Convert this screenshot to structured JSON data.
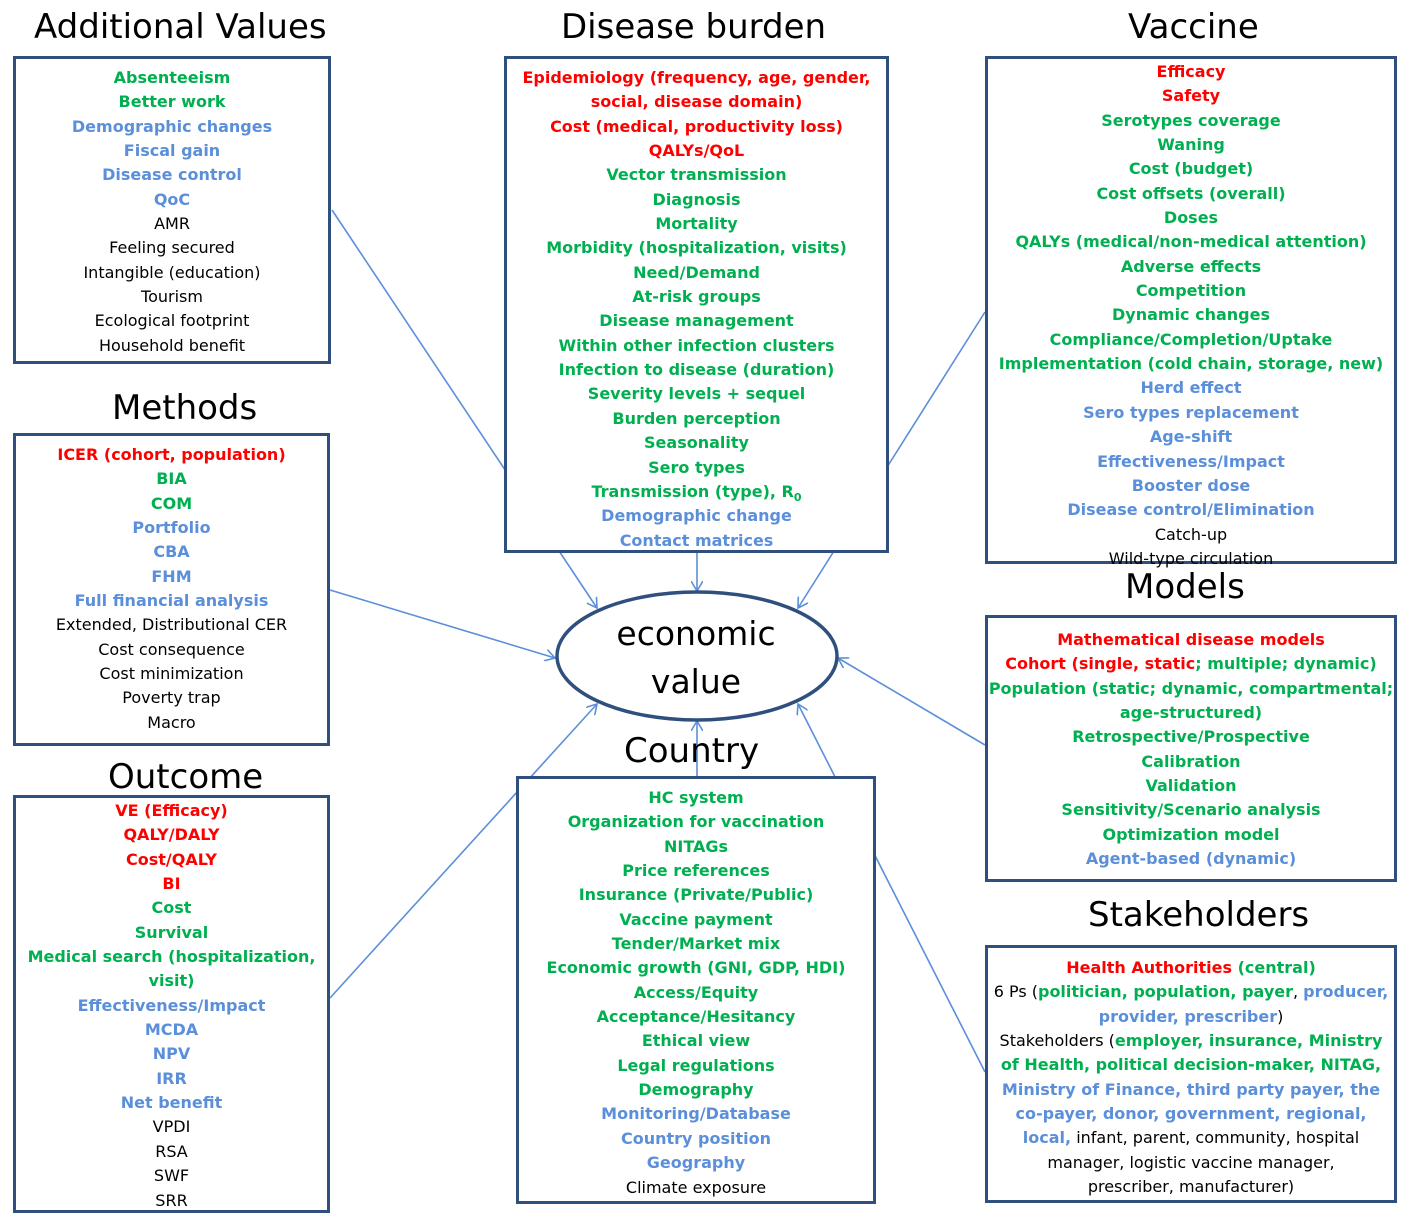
{
  "center": {
    "line1": "economic",
    "line2": "value"
  },
  "colors": {
    "red": "#ff0000",
    "green": "#00b050",
    "blue": "#5b8fd9",
    "black": "#000000",
    "border": "#2f4f7f",
    "arrow": "#5b8fd9"
  },
  "boxes": {
    "additional": {
      "title": "Additional Values",
      "items": [
        {
          "text": "Absenteeism",
          "c": "g"
        },
        {
          "text": "Better work",
          "c": "g"
        },
        {
          "text": "Demographic changes",
          "c": "b"
        },
        {
          "text": "Fiscal gain",
          "c": "b"
        },
        {
          "text": "Disease control",
          "c": "b"
        },
        {
          "text": "QoC",
          "c": "b"
        },
        {
          "text": "AMR",
          "c": "k"
        },
        {
          "text": "Feeling secured",
          "c": "k"
        },
        {
          "text": "Intangible (education)",
          "c": "k"
        },
        {
          "text": "Tourism",
          "c": "k"
        },
        {
          "text": "Ecological footprint",
          "c": "k"
        },
        {
          "text": "Household benefit",
          "c": "k"
        }
      ]
    },
    "disease": {
      "title": "Disease burden",
      "items": [
        {
          "text": "Epidemiology (frequency, age, gender,",
          "c": "r"
        },
        {
          "text": "social, disease domain)",
          "c": "r"
        },
        {
          "text": "Cost (medical, productivity loss)",
          "c": "r"
        },
        {
          "text": "QALYs/QoL",
          "c": "r"
        },
        {
          "text": "Vector transmission",
          "c": "g"
        },
        {
          "text": "Diagnosis",
          "c": "g"
        },
        {
          "text": "Mortality",
          "c": "g"
        },
        {
          "text": "Morbidity (hospitalization, visits)",
          "c": "g"
        },
        {
          "text": "Need/Demand",
          "c": "g"
        },
        {
          "text": "At-risk groups",
          "c": "g"
        },
        {
          "text": "Disease management",
          "c": "g"
        },
        {
          "text": "Within other infection clusters",
          "c": "g"
        },
        {
          "text": "Infection to disease (duration)",
          "c": "g"
        },
        {
          "text": "Severity levels + sequel",
          "c": "g"
        },
        {
          "text": "Burden perception",
          "c": "g"
        },
        {
          "text": "Seasonality",
          "c": "g"
        },
        {
          "text": "Sero types",
          "c": "g"
        },
        {
          "text": "Transmission (type), R",
          "c": "g",
          "sub": "0"
        },
        {
          "text": "Demographic change",
          "c": "b"
        },
        {
          "text": "Contact matrices",
          "c": "b"
        }
      ]
    },
    "vaccine": {
      "title": "Vaccine",
      "items": [
        {
          "text": "Efficacy",
          "c": "r"
        },
        {
          "text": "Safety",
          "c": "r"
        },
        {
          "text": "Serotypes coverage",
          "c": "g"
        },
        {
          "text": "Waning",
          "c": "g"
        },
        {
          "text": "Cost (budget)",
          "c": "g"
        },
        {
          "text": "Cost offsets (overall)",
          "c": "g"
        },
        {
          "text": "Doses",
          "c": "g"
        },
        {
          "text": "QALYs (medical/non-medical attention)",
          "c": "g"
        },
        {
          "text": "Adverse effects",
          "c": "g"
        },
        {
          "text": "Competition",
          "c": "g"
        },
        {
          "text": "Dynamic changes",
          "c": "g"
        },
        {
          "text": "Compliance/Completion/Uptake",
          "c": "g"
        },
        {
          "text": "Implementation (cold chain, storage, new)",
          "c": "g"
        },
        {
          "text": "Herd effect",
          "c": "b"
        },
        {
          "text": "Sero types replacement",
          "c": "b"
        },
        {
          "text": "Age-shift",
          "c": "b"
        },
        {
          "text": "Effectiveness/Impact",
          "c": "b"
        },
        {
          "text": "Booster dose",
          "c": "b"
        },
        {
          "text": "Disease control/Elimination",
          "c": "b"
        },
        {
          "text": "Catch-up",
          "c": "k"
        },
        {
          "text": "Wild-type circulation",
          "c": "k"
        }
      ]
    },
    "methods": {
      "title": "Methods",
      "items": [
        {
          "text": "ICER (cohort, population)",
          "c": "r"
        },
        {
          "text": "BIA",
          "c": "g"
        },
        {
          "text": "COM",
          "c": "g"
        },
        {
          "text": "Portfolio",
          "c": "b"
        },
        {
          "text": "CBA",
          "c": "b"
        },
        {
          "text": "FHM",
          "c": "b"
        },
        {
          "text": "Full financial analysis",
          "c": "b"
        },
        {
          "text": "Extended, Distributional CER",
          "c": "k"
        },
        {
          "text": "Cost consequence",
          "c": "k"
        },
        {
          "text": "Cost minimization",
          "c": "k"
        },
        {
          "text": "Poverty trap",
          "c": "k"
        },
        {
          "text": "Macro",
          "c": "k"
        }
      ]
    },
    "models": {
      "title": "Models",
      "items": [
        {
          "text": "Mathematical disease models",
          "c": "r"
        },
        {
          "parts": [
            {
              "text": "Cohort (single, static",
              "c": "r"
            },
            {
              "text": "; multiple; dynamic)",
              "c": "g"
            }
          ]
        },
        {
          "text": "Population (static; dynamic, compartmental;",
          "c": "g"
        },
        {
          "text": "age-structured)",
          "c": "g"
        },
        {
          "text": "Retrospective/Prospective",
          "c": "g"
        },
        {
          "text": "Calibration",
          "c": "g"
        },
        {
          "text": "Validation",
          "c": "g"
        },
        {
          "text": "Sensitivity/Scenario analysis",
          "c": "g"
        },
        {
          "text": "Optimization model",
          "c": "g"
        },
        {
          "text": "Agent-based (dynamic)",
          "c": "b"
        }
      ]
    },
    "outcome": {
      "title": "Outcome",
      "items": [
        {
          "text": "VE (Efficacy)",
          "c": "r"
        },
        {
          "text": "QALY/DALY",
          "c": "r"
        },
        {
          "text": "Cost/QALY",
          "c": "r"
        },
        {
          "text": "BI",
          "c": "r"
        },
        {
          "text": "Cost",
          "c": "g"
        },
        {
          "text": "Survival",
          "c": "g"
        },
        {
          "text": "Medical search (hospitalization,",
          "c": "g"
        },
        {
          "text": "visit)",
          "c": "g"
        },
        {
          "text": "Effectiveness/Impact",
          "c": "b"
        },
        {
          "text": "MCDA",
          "c": "b"
        },
        {
          "text": "NPV",
          "c": "b"
        },
        {
          "text": "IRR",
          "c": "b"
        },
        {
          "text": "Net benefit",
          "c": "b"
        },
        {
          "text": "VPDI",
          "c": "k"
        },
        {
          "text": "RSA",
          "c": "k"
        },
        {
          "text": "SWF",
          "c": "k"
        },
        {
          "text": "SRR",
          "c": "k"
        }
      ]
    },
    "country": {
      "title": "Country",
      "items": [
        {
          "text": "HC system",
          "c": "g"
        },
        {
          "text": "Organization for vaccination",
          "c": "g"
        },
        {
          "text": "NITAGs",
          "c": "g"
        },
        {
          "text": "Price references",
          "c": "g"
        },
        {
          "text": "Insurance (Private/Public)",
          "c": "g"
        },
        {
          "text": "Vaccine payment",
          "c": "g"
        },
        {
          "text": "Tender/Market mix",
          "c": "g"
        },
        {
          "text": "Economic growth (GNI, GDP, HDI)",
          "c": "g"
        },
        {
          "text": "Access/Equity",
          "c": "g"
        },
        {
          "text": "Acceptance/Hesitancy",
          "c": "g"
        },
        {
          "text": "Ethical view",
          "c": "g"
        },
        {
          "text": "Legal regulations",
          "c": "g"
        },
        {
          "text": "Demography",
          "c": "g"
        },
        {
          "text": "Monitoring/Database",
          "c": "b"
        },
        {
          "text": "Country position",
          "c": "b"
        },
        {
          "text": "Geography",
          "c": "b"
        },
        {
          "text": "Climate exposure",
          "c": "k"
        }
      ]
    },
    "stakeholders": {
      "title": "Stakeholders",
      "items": [
        {
          "parts": [
            {
              "text": "Health Authorities",
              "c": "r"
            },
            {
              "text": " (central)",
              "c": "g"
            }
          ]
        },
        {
          "parts": [
            {
              "text": "6 Ps (",
              "c": "k"
            },
            {
              "text": "politician, population, payer",
              "c": "g"
            },
            {
              "text": ", ",
              "c": "k"
            },
            {
              "text": "producer,",
              "c": "b"
            }
          ]
        },
        {
          "parts": [
            {
              "text": "provider, prescriber",
              "c": "b"
            },
            {
              "text": ")",
              "c": "k"
            }
          ]
        },
        {
          "parts": [
            {
              "text": "Stakeholders (",
              "c": "k"
            },
            {
              "text": "employer, insurance, Ministry",
              "c": "g"
            }
          ]
        },
        {
          "parts": [
            {
              "text": "of Health, political decision-maker, NITAG,",
              "c": "g"
            }
          ]
        },
        {
          "parts": [
            {
              "text": "Ministry of Finance, third party payer, the",
              "c": "b"
            }
          ]
        },
        {
          "parts": [
            {
              "text": "co-payer, donor, government, regional,",
              "c": "b"
            }
          ]
        },
        {
          "parts": [
            {
              "text": "local,",
              "c": "b"
            },
            {
              "text": " infant, parent, community, hospital",
              "c": "k"
            }
          ]
        },
        {
          "parts": [
            {
              "text": "manager, logistic vaccine manager,",
              "c": "k"
            }
          ]
        },
        {
          "parts": [
            {
              "text": "prescriber, manufacturer)",
              "c": "k"
            }
          ]
        }
      ]
    }
  }
}
